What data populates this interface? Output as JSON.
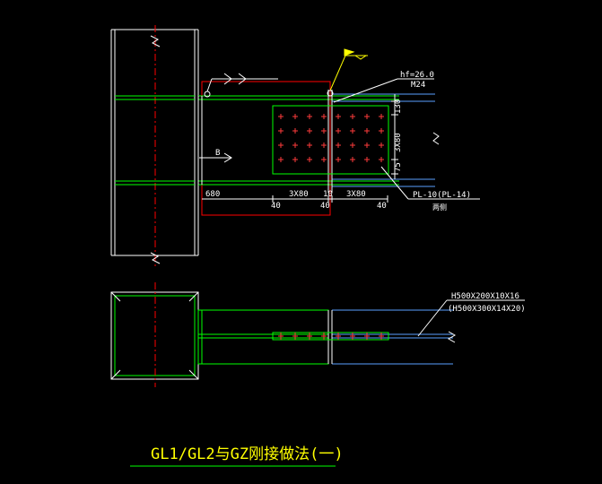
{
  "drawing": {
    "title": "GL1/GL2与GZ刚接做法(一)",
    "colors": {
      "background": "#000000",
      "white": "#ffffff",
      "green": "#00ff00",
      "red": "#ff0000",
      "yellow": "#ffff00",
      "cyan": "#00ffff",
      "steel_blue": "#5aa0ff"
    },
    "elevation_view": {
      "weld_labels": [
        "hf=26.0",
        "M24"
      ],
      "right_dims": [
        "130",
        "3X80",
        "75"
      ],
      "bottom_dims": [
        "680",
        "3X80",
        "10",
        "3X80"
      ],
      "bottom_small_dims": [
        "40",
        "40",
        "40"
      ],
      "plate_label": "PL-10(PL-14)",
      "plate_sublabel": "两侧",
      "marker_label": "B"
    },
    "plan_view": {
      "beam_label_1": "H500X200X10X16",
      "beam_label_2": "(H500X300X14X20)"
    },
    "icons": [
      "weld-flag-icon",
      "section-arrow-icon",
      "break-mark-icon"
    ]
  }
}
